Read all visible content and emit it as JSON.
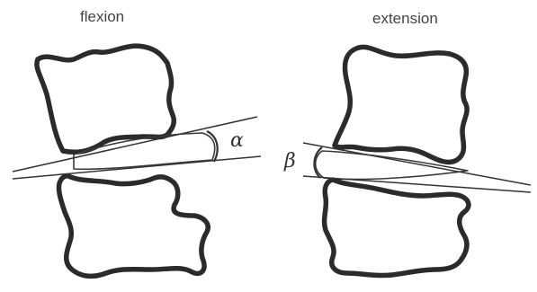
{
  "panels": {
    "flexion": {
      "title": "flexion",
      "angle_symbol": "α"
    },
    "extension": {
      "title": "extension",
      "angle_symbol": "β"
    }
  },
  "colors": {
    "outline": "#2b2b2b",
    "text": "#444444",
    "background": "#ffffff"
  }
}
